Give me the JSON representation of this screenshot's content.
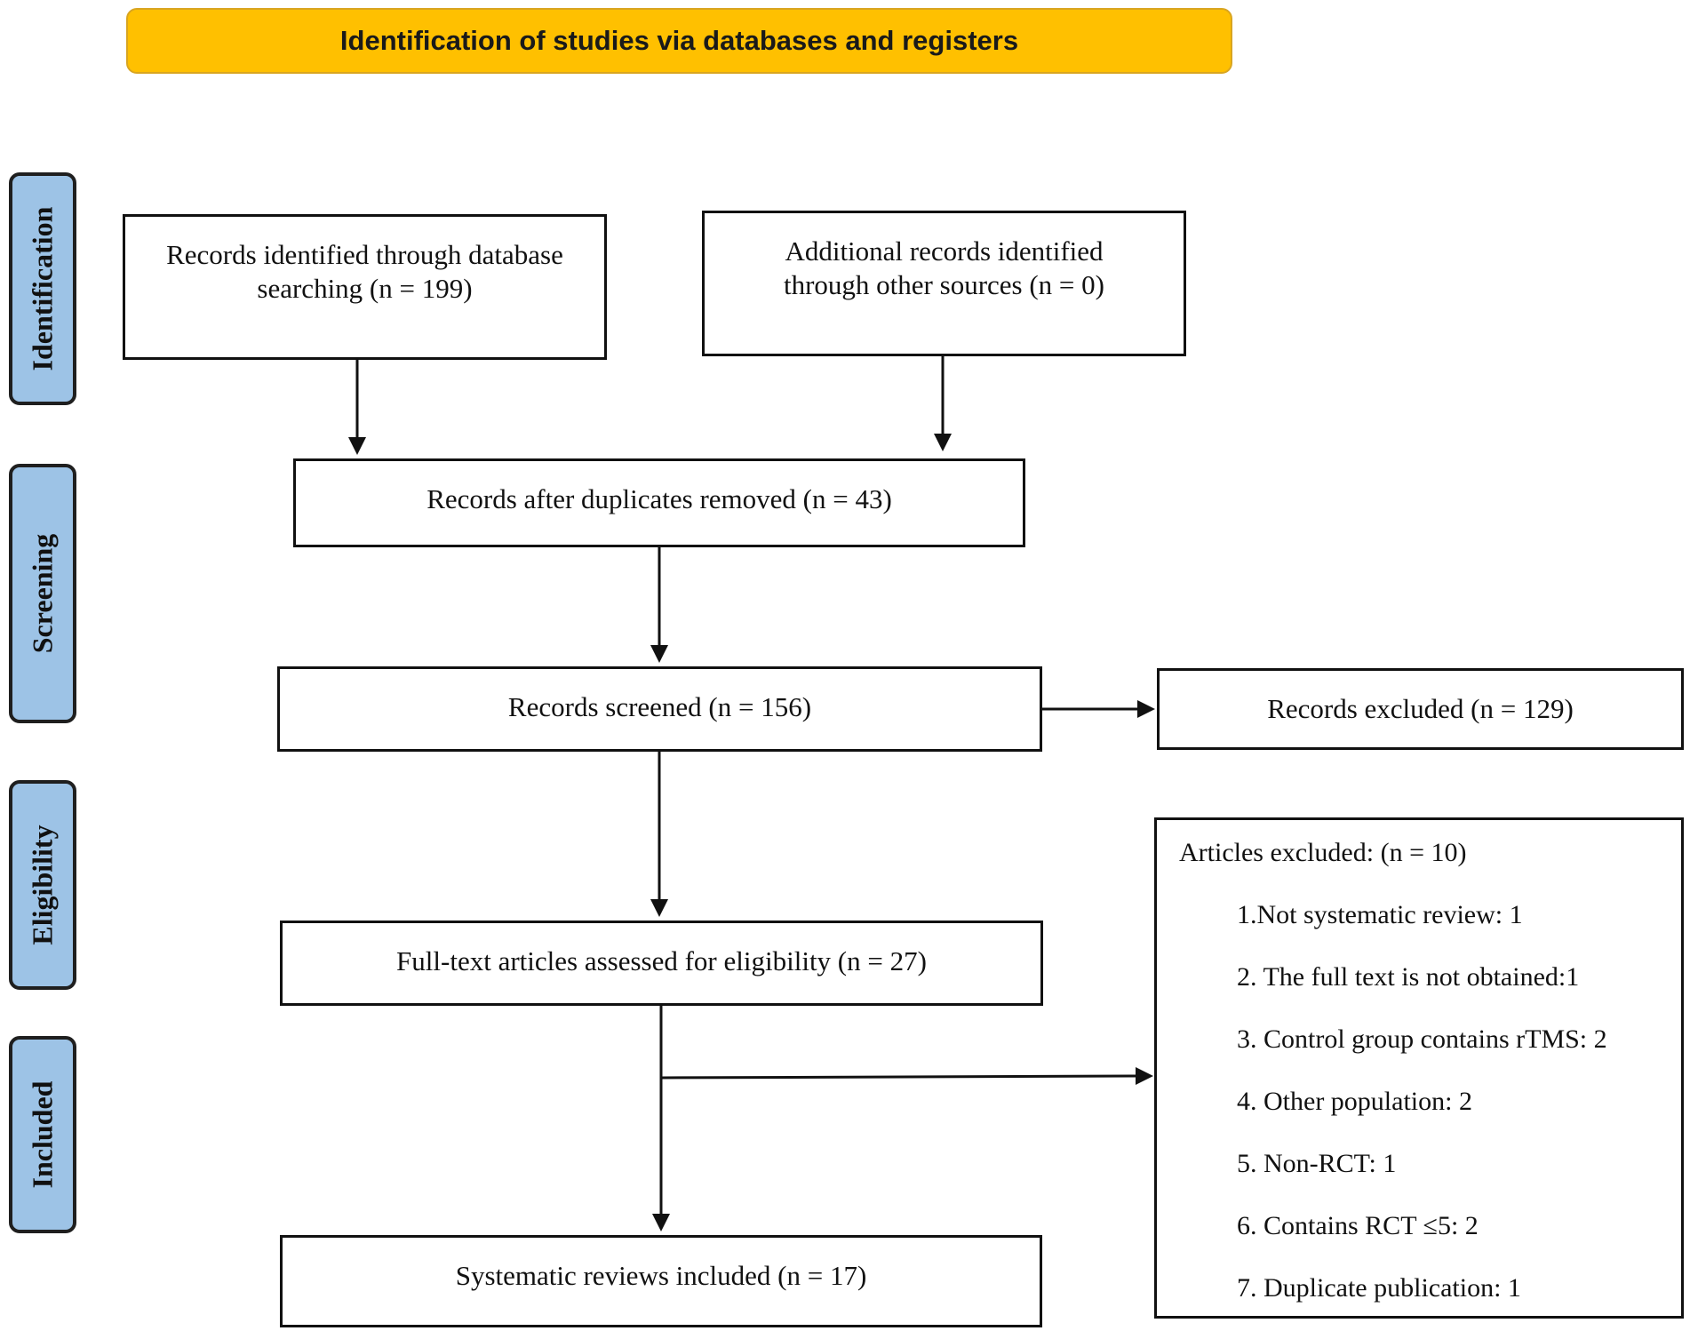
{
  "header": {
    "title": "Identification of studies via databases and registers"
  },
  "stages": {
    "identification": "Identification",
    "screening": "Screening",
    "eligibility": "Eligibility",
    "included": "Included"
  },
  "boxes": {
    "database_search": {
      "line1": "Records identified through database",
      "line2": "searching (n = 199)"
    },
    "other_sources": {
      "line1": "Additional records identified",
      "line2": "through other sources (n = 0)"
    },
    "duplicates_removed": {
      "text": "Records after duplicates removed (n = 43)"
    },
    "screened": {
      "text": "Records screened (n = 156)"
    },
    "excluded": {
      "text": "Records excluded (n = 129)"
    },
    "full_text": {
      "text": "Full-text articles assessed for eligibility (n = 27)"
    },
    "included": {
      "text": "Systematic reviews included (n = 17)"
    }
  },
  "articles_excluded": {
    "title": "Articles excluded: (n = 10)",
    "items": [
      "1.Not systematic review: 1",
      "2. The full text is not obtained:1",
      "3. Control group contains rTMS: 2",
      "4. Other population: 2",
      "5. Non-RCT: 1",
      "6. Contains RCT ≤5: 2",
      "7. Duplicate publication: 1"
    ]
  },
  "colors": {
    "header_fill": "#FFC000",
    "stage_fill": "#9DC3E6",
    "line": "#111111"
  }
}
